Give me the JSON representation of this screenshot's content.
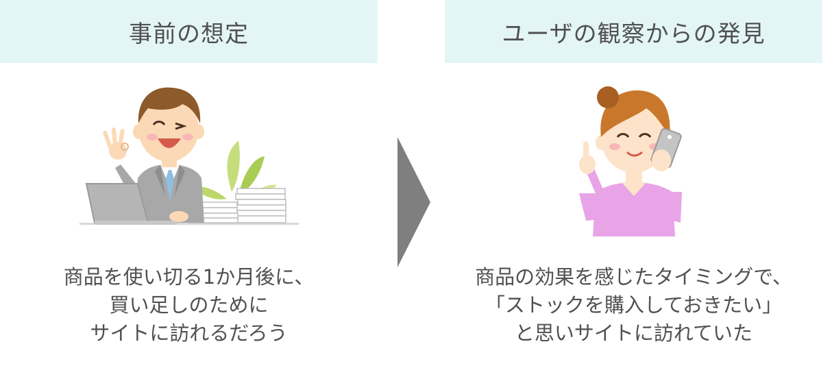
{
  "left": {
    "header": "事前の想定",
    "caption": [
      "商品を使い切る1か月後に、",
      "買い足しのために",
      "サイトに訪れるだろう"
    ]
  },
  "right": {
    "header": "ユーザの観察からの発見",
    "caption": [
      "商品の効果を感じたタイミングで、",
      "「ストックを購入しておきたい」",
      "と思いサイトに訪れていた"
    ]
  },
  "colors": {
    "header_bg": "#e4f5f6",
    "arrow": "#7f7f7f",
    "text": "#505050"
  },
  "icons": {
    "left": "businessman-ok-sign-icon",
    "right": "woman-smartphone-icon",
    "arrow": "chevron-right-icon"
  }
}
